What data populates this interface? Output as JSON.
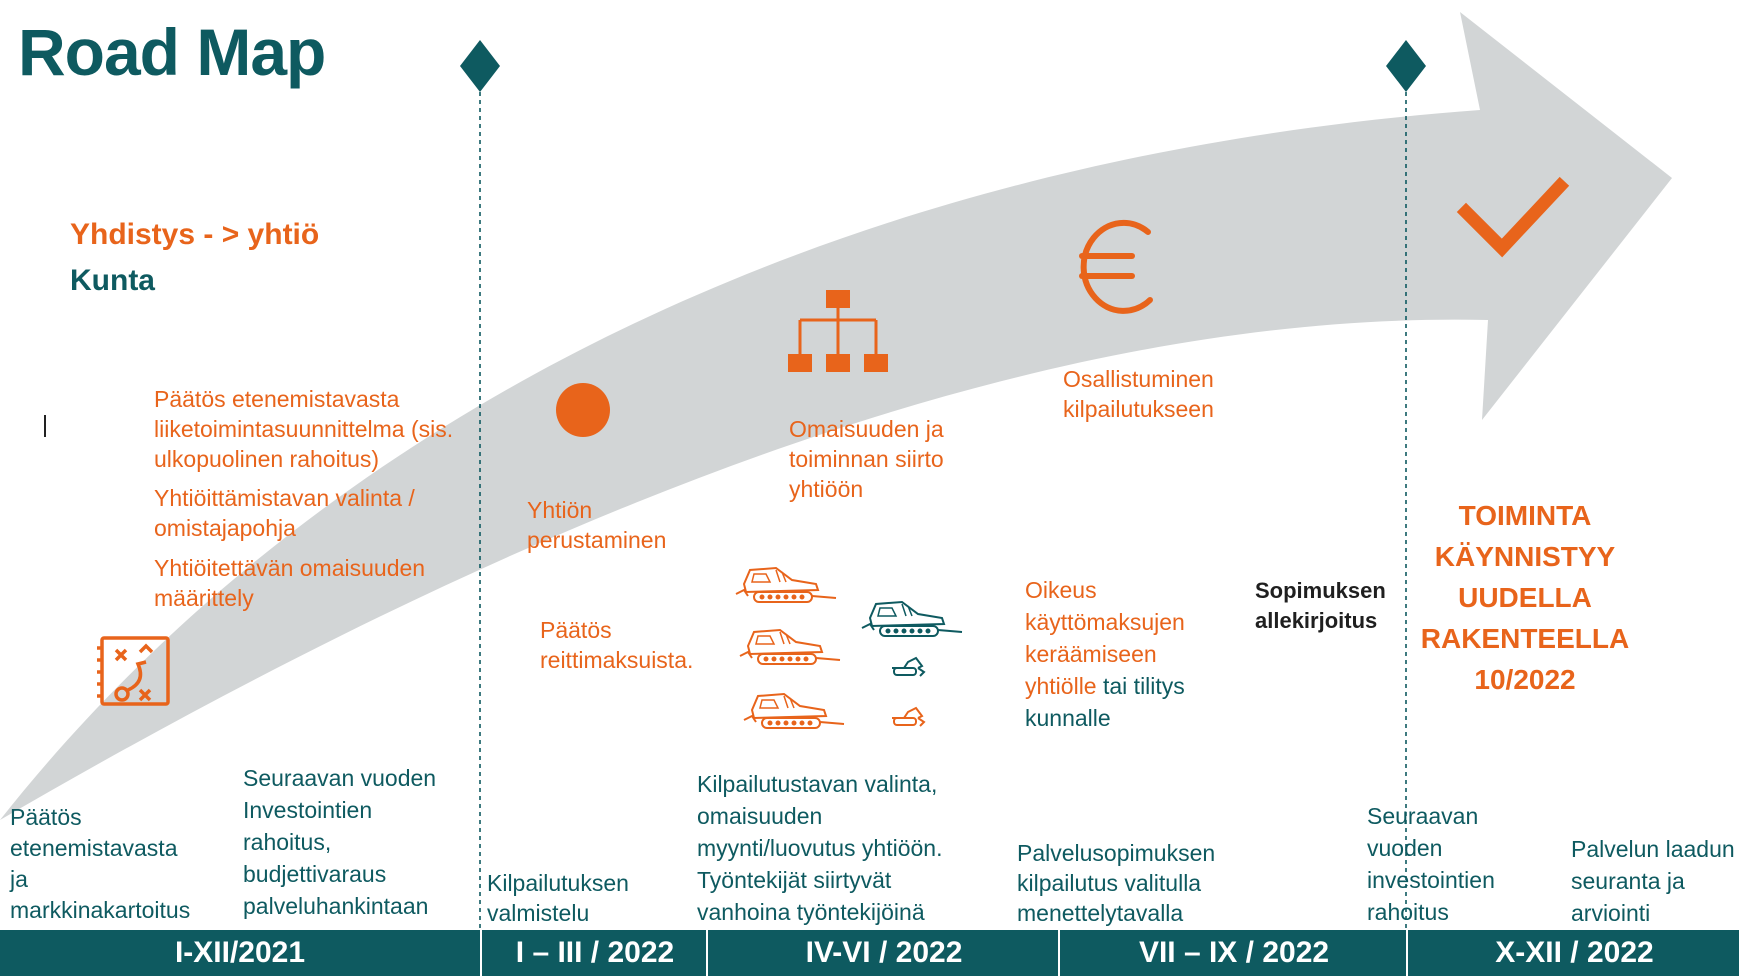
{
  "title": "Road Map",
  "lead": {
    "orange": "Yhdistys - > yhtiö",
    "teal": "Kunta"
  },
  "upper": {
    "a1": "Päätös etenemistavasta\nliiketoimintasuunnittelma (sis.\nulkopuolinen rahoitus)",
    "a2": "Yhtiöittämistavan valinta /\nomistajapohja",
    "a3": "Yhtiöitettävän omaisuuden\nmäärittely",
    "b1": "Yhtiön\nperustaminen",
    "b2": "Päätös\nreittimaksuista.",
    "c1": "Omaisuuden ja\ntoiminnan siirto\nyhtiöön",
    "d1": "Osallistuminen\nkilpailutukseen",
    "d2_orange": "Oikeus\nkäyttömaksujen\nkeräämiseen\nyhtiölle",
    "d2_teal_inline": " tai tilitys",
    "d2_teal_last": "kunnalle",
    "e1": "Sopimuksen\nallekirjoitus",
    "final": "TOIMINTA\nKÄYNNISTYY\nUUDELLA\nRAKENTEELLA\n10/2022"
  },
  "lower": {
    "l1": "Päätös\netenemistavasta\nja\nmarkkinakartoitus",
    "l2": "Seuraavan vuoden\nInvestointien\nrahoitus,\nbudjettivaraus\npalveluhankintaan",
    "l3": "Kilpailutuksen\nvalmistelu",
    "l4": "Kilpailutustavan valinta,\nomaisuuden\nmyynti/luovutus yhtiöön.\nTyöntekijät siirtyvät\nvanhoina työntekijöinä",
    "l5": "Palvelusopimuksen\nkilpailutus valitulla\nmenettelytavalla",
    "l6": "Seuraavan\nvuoden\ninvestointien\nrahoitus",
    "l7": "Palvelun laadun\nseuranta ja\narviointi"
  },
  "periods": [
    "I-XII/2021",
    "I – III / 2022",
    "IV-VI / 2022",
    "VII – IX / 2022",
    "X-XII / 2022"
  ],
  "icons": [
    "milestone-diamond-icon",
    "check-icon",
    "euro-icon",
    "org-chart-icon",
    "dot-icon",
    "route-plan-icon",
    "snow-groomer-icon",
    "excavator-icon"
  ],
  "colors": {
    "teal": "#0e5a60",
    "orange": "#e8641b",
    "arrow": "#d2d5d6",
    "text": "#1f1f1f"
  }
}
